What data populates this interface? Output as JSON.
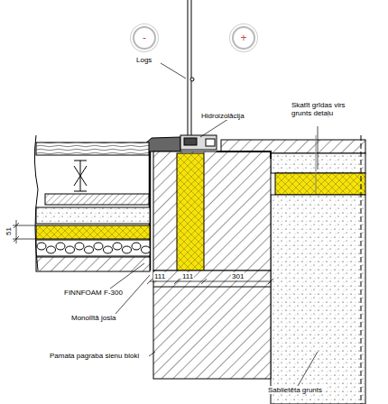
{
  "diagram": {
    "nodes": [
      {
        "text": [
          "-"
        ]
      },
      {
        "text": [
          "+"
        ]
      }
    ],
    "labels": [
      "Logs",
      "Hidroizolācija",
      "Skatīt grīdas virs grunts detaļu",
      "51",
      "111",
      "111",
      "301",
      "FINNFOAM F-300",
      "Monolītā josla",
      "Pamata pagraba sienu bloki",
      "Sablietēta grunts"
    ]
  }
}
